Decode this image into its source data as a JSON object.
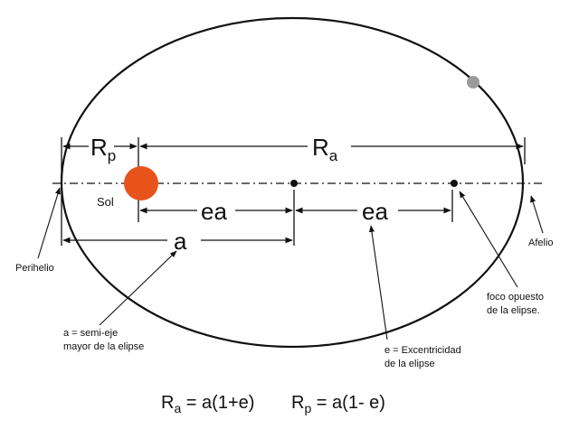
{
  "labels": {
    "rp": "R",
    "rp_sub": "p",
    "ra": "R",
    "ra_sub": "a",
    "ea_left": "ea",
    "ea_right": "ea",
    "a": "a",
    "sol": "Sol",
    "perihelio": "Perihelio",
    "afelio": "Afelio",
    "semi_eje_line1": "a = semi-eje",
    "semi_eje_line2": "mayor de la elipse",
    "excentricidad_line1": "e = Excentricidad",
    "excentricidad_line2": "de la elipse",
    "foco_line1": "foco opuesto",
    "foco_line2": "de la elipse."
  },
  "formulas": {
    "ra_R": "R",
    "ra_sub": "a",
    "ra_rhs": " = a(1+e)",
    "rp_R": "R",
    "rp_sub": "p",
    "rp_rhs": " = a(1- e)"
  },
  "colors": {
    "sun": "#e8531c",
    "planet": "#9a9a9a",
    "stroke": "#111111"
  }
}
